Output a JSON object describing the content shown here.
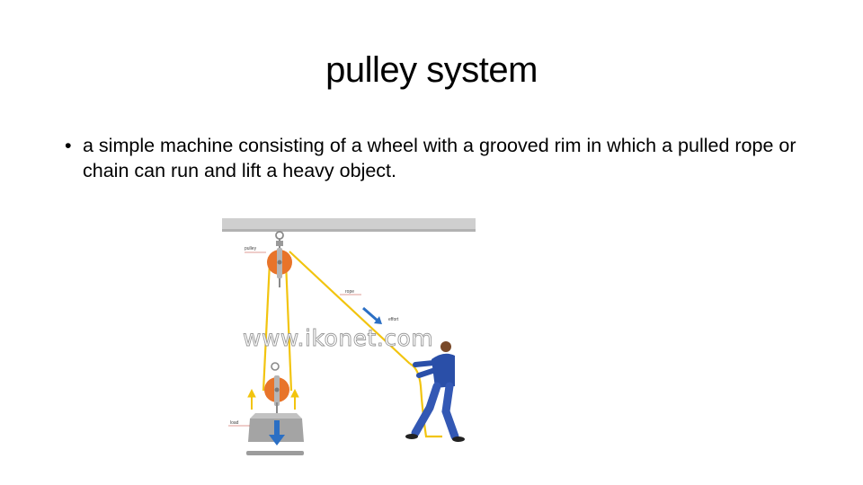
{
  "slide": {
    "title": "pulley system",
    "bullet_symbol": "•",
    "bullet_text": "a simple machine consisting of a wheel with a grooved rim in which a pulled rope or chain can run and lift a heavy object."
  },
  "figure": {
    "labels": {
      "pulley": "pulley",
      "rope": "rope",
      "effort": "effort",
      "load": "load"
    },
    "watermark": "www.ikonet.com",
    "colors": {
      "rope": "#f2c40f",
      "pulley_wheel": "#e8742a",
      "ceiling": "#c8c8c8",
      "arrow_blue": "#2b6fc4",
      "arrow_yellow": "#f2c40f",
      "load_block": "#9a9a9a",
      "worker_shirt": "#2a4fa8",
      "worker_pants": "#3358b4"
    }
  }
}
